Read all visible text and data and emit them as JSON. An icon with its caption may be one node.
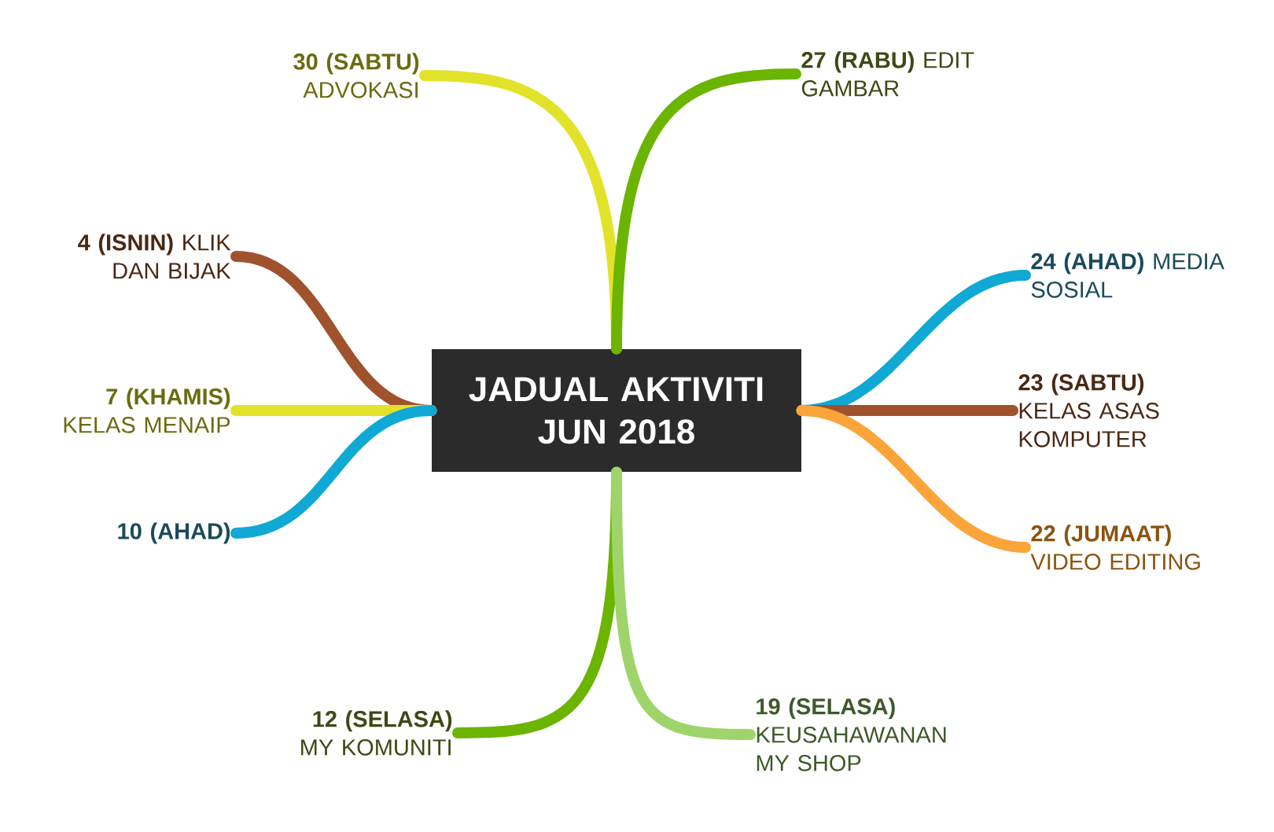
{
  "diagram": {
    "nodes": [
      {
        "text": [
          "JADUAL AKTIVITI JUN 2018"
        ]
      },
      {
        "text": [
          "30 (SABTU)",
          "ADVOKASI"
        ]
      },
      {
        "text": [
          "27 (RABU)",
          "EDIT GAMBAR"
        ]
      },
      {
        "text": [
          "4 (ISNIN)",
          "KLIK DAN BIJAK"
        ]
      },
      {
        "text": [
          "7 (KHAMIS)",
          "KELAS MENAIP"
        ]
      },
      {
        "text": [
          "10 (AHAD)"
        ]
      },
      {
        "text": [
          "24 (AHAD)",
          "MEDIA SOSIAL"
        ]
      },
      {
        "text": [
          "23 (SABTU)",
          "KELAS ASAS KOMPUTER"
        ]
      },
      {
        "text": [
          "22 (JUMAAT)",
          "VIDEO EDITING"
        ]
      },
      {
        "text": [
          "12 (SELASA)",
          "MY KOMUNITI"
        ]
      },
      {
        "text": [
          "19 (SELASA)",
          "KEUSAHAWANAN MY SHOP"
        ]
      }
    ],
    "edges": [
      {
        "from": 0,
        "to": 1,
        "arrow": "none",
        "color": "#e3e22a"
      },
      {
        "from": 0,
        "to": 2,
        "arrow": "none",
        "color": "#6bb400"
      },
      {
        "from": 0,
        "to": 3,
        "arrow": "none",
        "color": "#a0522d"
      },
      {
        "from": 0,
        "to": 4,
        "arrow": "none",
        "color": "#e3e22a"
      },
      {
        "from": 0,
        "to": 5,
        "arrow": "none",
        "color": "#10a8d4"
      },
      {
        "from": 0,
        "to": 6,
        "arrow": "none",
        "color": "#10a8d4"
      },
      {
        "from": 0,
        "to": 7,
        "arrow": "none",
        "color": "#a0522d"
      },
      {
        "from": 0,
        "to": 8,
        "arrow": "none",
        "color": "#faa43a"
      },
      {
        "from": 0,
        "to": 9,
        "arrow": "none",
        "color": "#6bb400"
      },
      {
        "from": 0,
        "to": 10,
        "arrow": "none",
        "color": "#9fd46a"
      }
    ]
  }
}
